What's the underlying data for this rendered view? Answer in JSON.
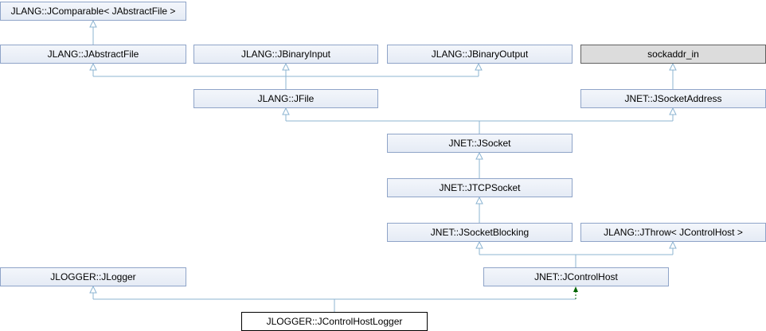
{
  "diagram": {
    "nodes": {
      "jcomparable": "JLANG::JComparable< JAbstractFile >",
      "jabstractfile": "JLANG::JAbstractFile",
      "jbinaryinput": "JLANG::JBinaryInput",
      "jbinaryoutput": "JLANG::JBinaryOutput",
      "sockaddr_in": "sockaddr_in",
      "jfile": "JLANG::JFile",
      "jsocketaddress": "JNET::JSocketAddress",
      "jsocket": "JNET::JSocket",
      "jtcpsocket": "JNET::JTCPSocket",
      "jsocketblocking": "JNET::JSocketBlocking",
      "jthrow": "JLANG::JThrow< JControlHost >",
      "jlogger": "JLOGGER::JLogger",
      "jcontrolhost": "JNET::JControlHost",
      "jcontrolhostlogger": "JLOGGER::JControlHostLogger"
    },
    "colors": {
      "edge": "#8cb4d2",
      "usage_edge": "#006400"
    }
  }
}
